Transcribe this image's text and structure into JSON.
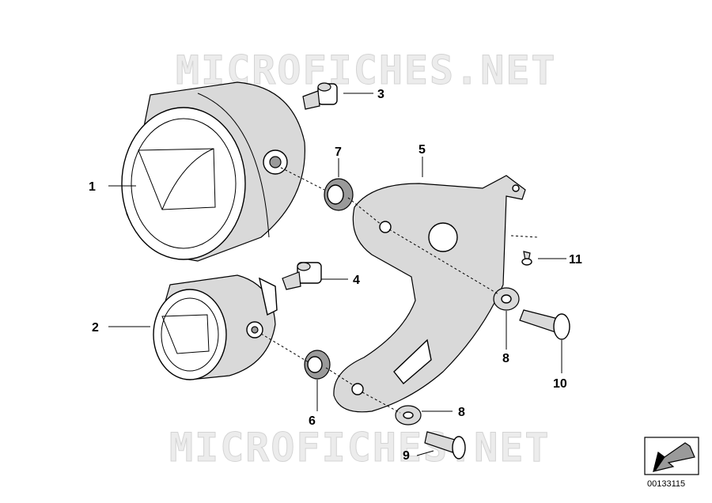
{
  "watermark": "MICROFICHES.NET",
  "callouts": [
    "1",
    "2",
    "3",
    "4",
    "5",
    "6",
    "7",
    "8",
    "8",
    "9",
    "10",
    "11"
  ],
  "diagram_code": "00133115",
  "colors": {
    "line": "#000000",
    "shade": "#d9d9d9",
    "watermark": "#e6e6e6"
  }
}
